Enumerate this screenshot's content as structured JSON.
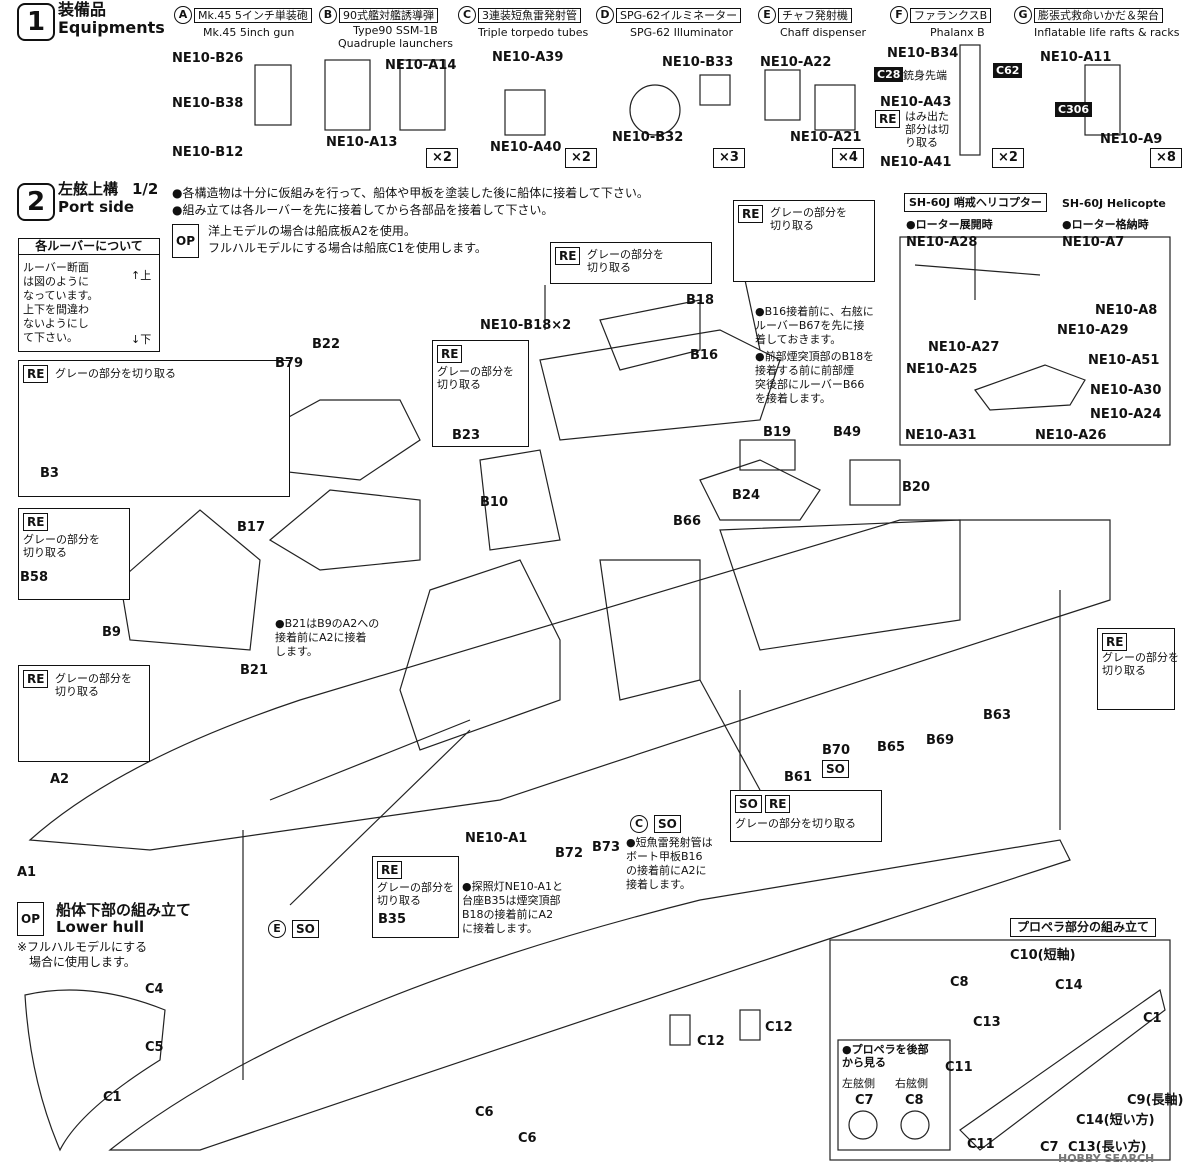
{
  "step1": {
    "num": "1",
    "title_jp": "装備品",
    "title_en": "Equipments",
    "items": [
      {
        "letter": "A",
        "jp": "Mk.45 5インチ単装砲",
        "en": "Mk.45 5inch gun"
      },
      {
        "letter": "B",
        "jp": "90式艦対艦誘導弾",
        "en": "Type90 SSM-1B\nQuadruple launchers"
      },
      {
        "letter": "C",
        "jp": "3連装短魚雷発射管",
        "en": "Triple torpedo tubes"
      },
      {
        "letter": "D",
        "jp": "SPG-62イルミネーター",
        "en": "SPG-62 Illuminator"
      },
      {
        "letter": "E",
        "jp": "チャフ発射機",
        "en": "Chaff dispenser"
      },
      {
        "letter": "F",
        "jp": "ファランクスB",
        "en": "Phalanx B"
      },
      {
        "letter": "G",
        "jp": "膨張式救命いかだ＆架台",
        "en": "Inflatable life rafts & racks"
      }
    ],
    "parts": {
      "a1": "NE10-B26",
      "a2": "NE10-B38",
      "a3": "NE10-B12",
      "b1": "NE10-A14",
      "b2": "NE10-A13",
      "c1": "NE10-A39",
      "c2": "NE10-A40",
      "d1": "NE10-B33",
      "d2": "NE10-B32",
      "e1": "NE10-A22",
      "e2": "NE10-A21",
      "f1": "NE10-B34",
      "f2": "NE10-A43",
      "f3": "NE10-A41",
      "g1": "NE10-A11",
      "g2": "NE10-A9"
    },
    "mults": {
      "b": "×2",
      "c": "×2",
      "d": "×3",
      "e": "×4",
      "f": "×2",
      "g": "×8"
    },
    "phalanx": {
      "c28": "C28",
      "c62": "C62",
      "tip": "銃身先端",
      "re": "RE",
      "note": "はみ出た\n部分は切\nり取る"
    },
    "c306": "C306"
  },
  "step2": {
    "num": "2",
    "title_jp": "左舷上構",
    "title_suffix": "1/2",
    "title_en": "Port side",
    "notes": [
      "●各構造物は十分に仮組みを行って、船体や甲板を塗装した後に船体に接着して下さい。",
      "●組み立ては各ルーバーを先に接着してから各部品を接着して下さい。"
    ],
    "op_note1": "洋上モデルの場合は船底板A2を使用。",
    "op_note2": "フルハルモデルにする場合は船底C1を使用します。",
    "op": "OP",
    "louver": {
      "title": "各ルーバーについて",
      "text": "ルーバー断面\nは図のように\nなっています。\n上下を間違わ\nないようにし\nて下さい。",
      "up": "↑上",
      "down": "↓下"
    },
    "re": "RE",
    "re_note": "グレーの部分を\n切り取る",
    "re_note_short": "グレーの部分を切り取る",
    "b16_note": "●B16接着前に、右舷に\nルーバーB67を先に接\n着しておきます。",
    "b18_note": "●前部煙突頂部のB18を\n接着する前に前部煙\n突後部にルーバーB66\nを接着します。",
    "b21_note": "●B21はB9のA2への\n接着前にA2に接着\nします。",
    "torpedo_note": "●短魚雷発射管は\nボート甲板B16\nの接着前にA2に\n接着します。",
    "light_note": "●探照灯NE10-A1と\n台座B35は煙突頂部\nB18の接着前にA2\nに接着します。",
    "so": "SO",
    "c_letter": "C",
    "e_letter": "E"
  },
  "labels": {
    "ne10b18": "NE10-B18×2",
    "b18": "B18",
    "b16": "B16",
    "b22": "B22",
    "b79": "B79",
    "b3": "B3",
    "b23": "B23",
    "b10": "B10",
    "b17": "B17",
    "b58": "B58",
    "b9": "B9",
    "b21": "B21",
    "b19": "B19",
    "b24": "B24",
    "b49": "B49",
    "b20": "B20",
    "b66": "B66",
    "b63": "B63",
    "b65": "B65",
    "b69": "B69",
    "b70": "B70",
    "b61": "B61",
    "a2": "A2",
    "a1": "A1",
    "ne10a1": "NE10-A1",
    "b72": "B72",
    "b73": "B73",
    "b35": "B35"
  },
  "heli": {
    "title_jp": "SH-60J 哨戒ヘリコプター",
    "title_en": "SH-60J Helicopte",
    "deployed": "●ローター展開時",
    "stowed": "●ローター格納時",
    "p1": "NE10-A28",
    "p2": "NE10-A7",
    "p3": "NE10-A8",
    "p4": "NE10-A29",
    "p5": "NE10-A27",
    "p6": "NE10-A51",
    "p7": "NE10-A25",
    "p8": "NE10-A30",
    "p9": "NE10-A24",
    "p10": "NE10-A31",
    "p11": "NE10-A26"
  },
  "lower": {
    "title_jp": "船体下部の組み立て",
    "title_en": "Lower hull",
    "note": "※フルハルモデルにする\n　場合に使用します。",
    "c4": "C4",
    "c5": "C5",
    "c1": "C1",
    "c6a": "C6",
    "c6b": "C6",
    "c12a": "C12",
    "c12b": "C12"
  },
  "prop": {
    "title": "プロペラ部分の組み立て",
    "c10": "C10(短軸)",
    "c8": "C8",
    "c14": "C14",
    "c13": "C13",
    "c1": "C1",
    "c11": "C11",
    "c9": "C9(長軸)",
    "c14b": "C14(短い方)",
    "c11b": "C11",
    "c7": "C7",
    "c13b": "C13(長い方)",
    "inset_note": "●プロペラを後部\nから見る",
    "port": "左舷側",
    "stbd": "右舷側",
    "c7b": "C7",
    "c8b": "C8"
  },
  "watermark": "HOBBY SEARCH"
}
